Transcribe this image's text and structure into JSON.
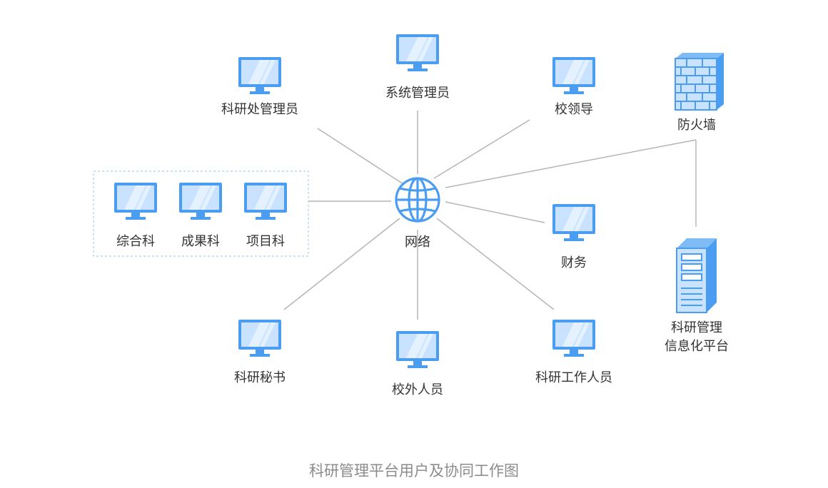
{
  "diagram": {
    "caption": "科研管理平台用户及协同工作图",
    "hub_label": "网络",
    "group_box_labels": [
      "综合科",
      "成果科",
      "项目科"
    ],
    "nodes": {
      "research_office_admin": "科研处管理员",
      "system_admin": "系统管理员",
      "school_leader": "校领导",
      "firewall": "防火墙",
      "finance": "财务",
      "research_secretary": "科研秘书",
      "external_staff": "校外人员",
      "research_staff": "科研工作人员",
      "platform_line1": "科研管理",
      "platform_line2": "信息化平台"
    },
    "colors": {
      "monitor_frame": "#4a9df0",
      "monitor_screen": "#c9e2ff",
      "connector_line": "#b5b5b5",
      "group_border": "#a9cfee",
      "globe": "#4a9df0"
    }
  }
}
